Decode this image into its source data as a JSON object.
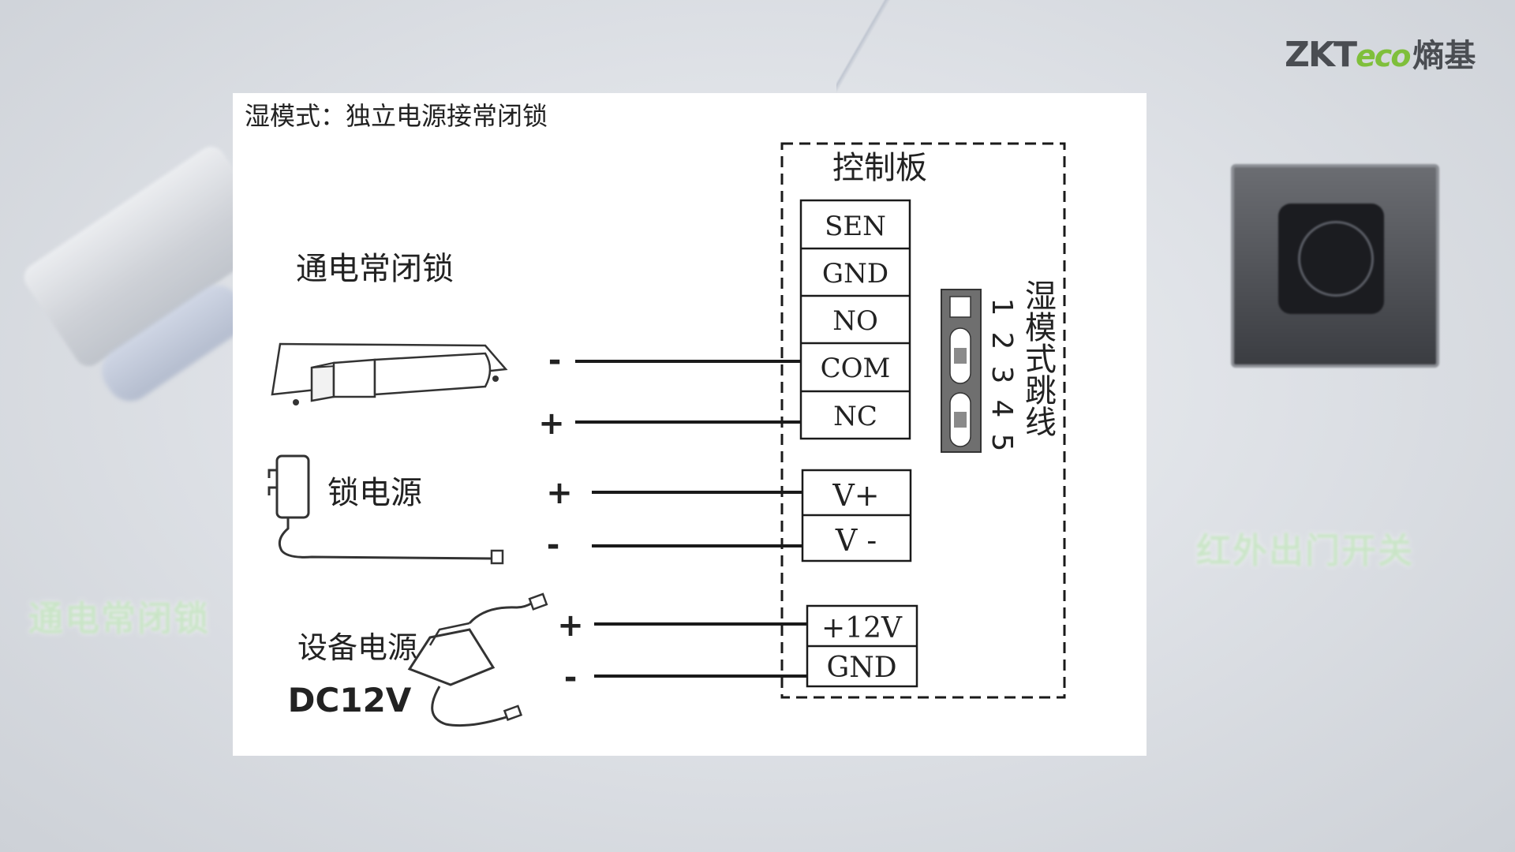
{
  "brand": {
    "logo_latin": "ZKT",
    "logo_eco": "eco",
    "logo_cn": "熵基"
  },
  "background_captions": {
    "left": "通电常闭锁",
    "right": "红外出门开关"
  },
  "diagram": {
    "title": "湿模式：独立电源接常闭锁",
    "control_board_label": "控制板",
    "terminals_top": [
      "SEN",
      "GND",
      "NO",
      "COM",
      "NC"
    ],
    "terminals_mid": [
      "V+",
      "V -"
    ],
    "terminals_bottom": [
      "+12V",
      "GND"
    ],
    "jumper_label": "湿模式跳线",
    "jumper_numbers": [
      "1",
      "2",
      "3",
      "4",
      "5"
    ],
    "lock_label": "通电常闭锁",
    "lock_power_label": "锁电源",
    "device_power_label": "设备电源",
    "device_power_spec": "DC12V",
    "signs": {
      "minus": "-",
      "plus": "+"
    }
  }
}
